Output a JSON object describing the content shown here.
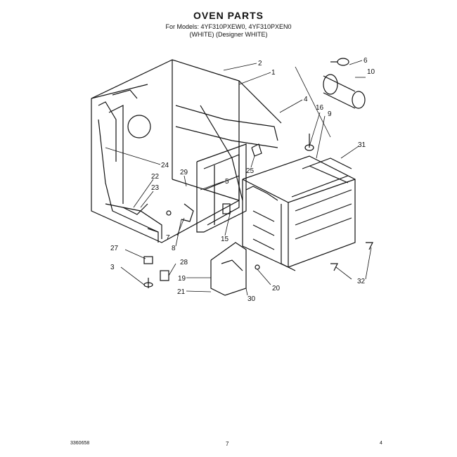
{
  "header": {
    "title": "OVEN PARTS",
    "models_line": "For Models: 4YF310PXEW0, 4YF310PXEN0",
    "colors_line": "(WHITE)      (Designer WHITE)"
  },
  "callouts": [
    "1",
    "2",
    "3",
    "4",
    "5",
    "6",
    "7",
    "8",
    "9",
    "10",
    "15",
    "16",
    "19",
    "20",
    "21",
    "22",
    "23",
    "24",
    "25",
    "27",
    "28",
    "29",
    "30",
    "31",
    "32"
  ],
  "footer": {
    "code": "3360658",
    "page": "7",
    "corner": "4"
  }
}
